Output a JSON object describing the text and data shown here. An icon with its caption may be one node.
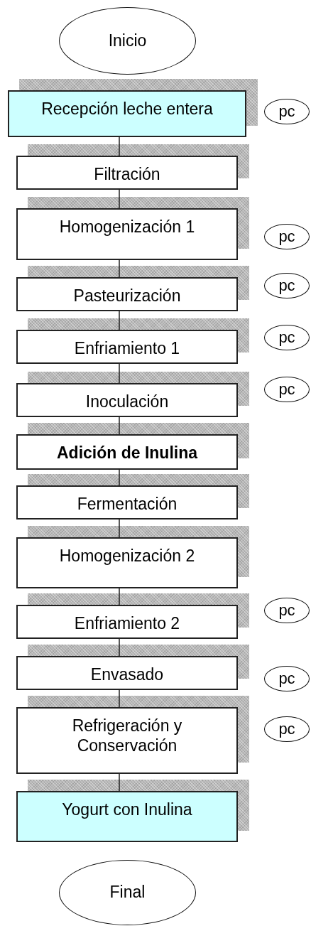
{
  "diagram": {
    "nodes": [
      {
        "text": [
          "Inicio"
        ]
      },
      {
        "text": [
          "Recepción leche entera"
        ]
      },
      {
        "text": [
          "pc"
        ]
      },
      {
        "text": [
          "Filtración"
        ]
      },
      {
        "text": [
          "Homogenización 1"
        ]
      },
      {
        "text": [
          "pc"
        ]
      },
      {
        "text": [
          "Pasteurización"
        ]
      },
      {
        "text": [
          "pc"
        ]
      },
      {
        "text": [
          "Enfriamiento 1"
        ]
      },
      {
        "text": [
          "pc"
        ]
      },
      {
        "text": [
          "Inoculación"
        ]
      },
      {
        "text": [
          "pc"
        ]
      },
      {
        "text": [
          "Adición de Inulina"
        ]
      },
      {
        "text": [
          "Fermentación"
        ]
      },
      {
        "text": [
          "Homogenización 2"
        ]
      },
      {
        "text": [
          "pc"
        ]
      },
      {
        "text": [
          "Enfriamiento 2"
        ]
      },
      {
        "text": [
          "Envasado"
        ]
      },
      {
        "text": [
          "pc"
        ]
      },
      {
        "text": [
          "Refrigeración y Conservación"
        ]
      },
      {
        "text": [
          "pc"
        ]
      },
      {
        "text": [
          "Yogurt con Inulina"
        ]
      },
      {
        "text": [
          "Final"
        ]
      }
    ],
    "edges": [
      {
        "from": 1,
        "to": 3,
        "arrow": "none"
      },
      {
        "from": 3,
        "to": 4,
        "arrow": "none"
      },
      {
        "from": 4,
        "to": 6,
        "arrow": "none"
      },
      {
        "from": 6,
        "to": 8,
        "arrow": "none"
      },
      {
        "from": 8,
        "to": 10,
        "arrow": "none"
      },
      {
        "from": 10,
        "to": 12,
        "arrow": "none"
      },
      {
        "from": 12,
        "to": 13,
        "arrow": "none"
      },
      {
        "from": 13,
        "to": 14,
        "arrow": "none"
      },
      {
        "from": 14,
        "to": 16,
        "arrow": "none"
      },
      {
        "from": 16,
        "to": 17,
        "arrow": "none"
      },
      {
        "from": 17,
        "to": 19,
        "arrow": "none"
      },
      {
        "from": 19,
        "to": 21,
        "arrow": "none"
      }
    ]
  }
}
